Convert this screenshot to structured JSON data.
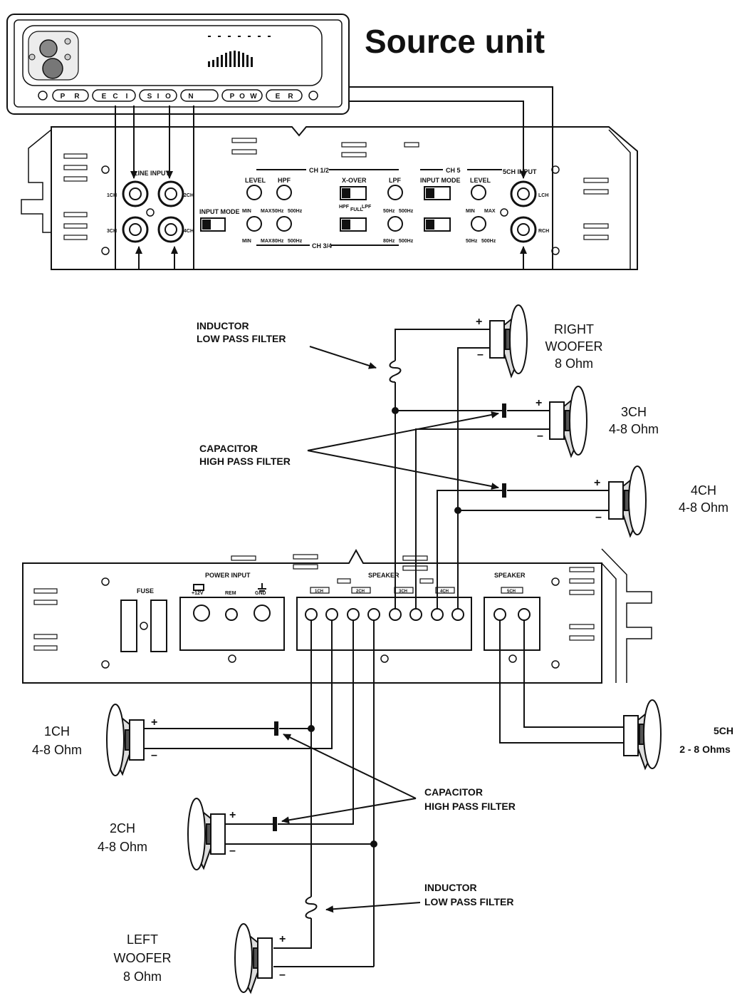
{
  "source_unit": {
    "title": "Source unit",
    "buttons": [
      "P",
      "R",
      "E",
      "C",
      "I",
      "S",
      "I",
      "O",
      "N",
      "P",
      "O",
      "W",
      "E",
      "R"
    ]
  },
  "amp_top": {
    "line_input": "LINE INPUT",
    "fivech_input": "5CH INPUT",
    "ch12": "CH 1/2",
    "ch34": "CH 3/4",
    "ch5": "CH 5",
    "level": "LEVEL",
    "hpf": "HPF",
    "xover": "X-OVER",
    "lpf": "LPF",
    "input_mode": "INPUT MODE",
    "min": "MIN",
    "max": "MAX",
    "hz50": "50Hz",
    "hz500": "500Hz",
    "hz80": "80Hz",
    "lch": "LCH",
    "rch": "RCH",
    "ch1": "1CH",
    "ch2": "2CH",
    "ch3": "3CH",
    "ch4": "4CH",
    "hpf_full_lpf": [
      "HPF",
      "FULL",
      "LPF"
    ]
  },
  "amp_bottom": {
    "fuse": "FUSE",
    "power_input": "POWER INPUT",
    "v12": "+12V",
    "rem": "REM",
    "gnd": "GND",
    "speaker": "SPEAKER",
    "speaker2": "SPEAKER",
    "tabs": [
      "1CH",
      "2CH",
      "3CH",
      "4CH",
      "5CH"
    ]
  },
  "labels": {
    "inductor_top_1": "INDUCTOR",
    "inductor_top_2": "LOW PASS FILTER",
    "capacitor_top_1": "CAPACITOR",
    "capacitor_top_2": "HIGH PASS FILTER",
    "capacitor_bot_1": "CAPACITOR",
    "capacitor_bot_2": "HIGH PASS FILTER",
    "inductor_bot_1": "INDUCTOR",
    "inductor_bot_2": "LOW PASS FILTER"
  },
  "speakers": {
    "right_woofer": [
      "RIGHT",
      "WOOFER",
      "8 Ohm"
    ],
    "ch3": [
      "3CH",
      "4-8 Ohm"
    ],
    "ch4": [
      "4CH",
      "4-8 Ohm"
    ],
    "ch1": [
      "1CH",
      "4-8 Ohm"
    ],
    "ch2": [
      "2CH",
      "4-8 Ohm"
    ],
    "ch5": [
      "5CH",
      "2 - 8 Ohms"
    ],
    "left_woofer": [
      "LEFT",
      "WOOFER",
      "8 Ohm"
    ],
    "plus": "+",
    "minus": "–"
  },
  "colors": {
    "line": "#111111",
    "background": "#ffffff"
  }
}
